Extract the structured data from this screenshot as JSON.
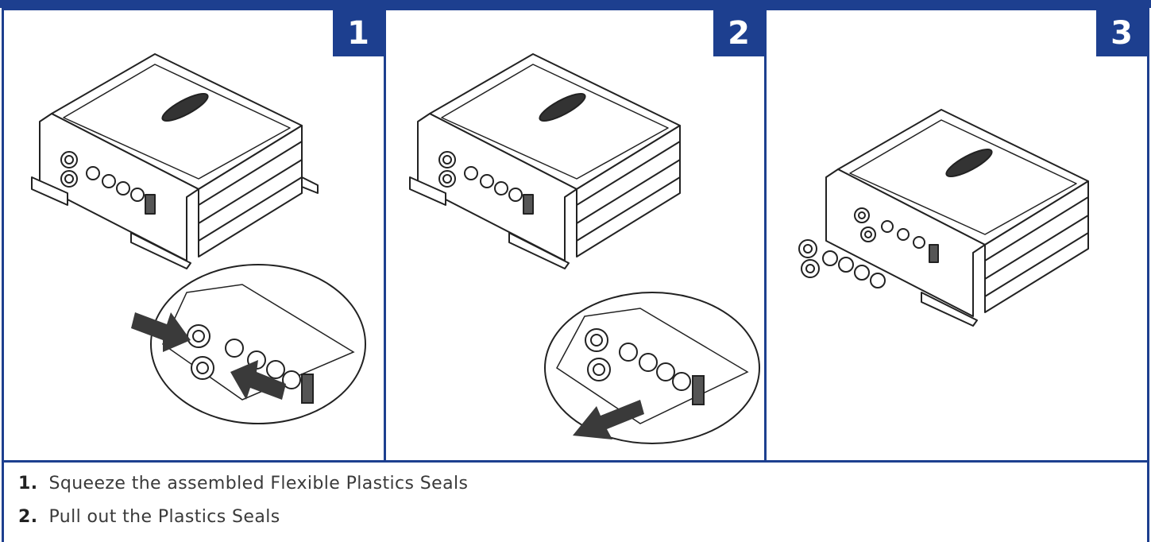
{
  "panels": [
    {
      "number": "1"
    },
    {
      "number": "2"
    },
    {
      "number": "3"
    }
  ],
  "steps": [
    {
      "number": "1.",
      "text": "Squeeze the assembled Flexible Plastics Seals"
    },
    {
      "number": "2.",
      "text": "Pull out the Plastics Seals"
    }
  ],
  "colors": {
    "accent": "#1d3f8f",
    "arrow": "#3a3a3a"
  }
}
